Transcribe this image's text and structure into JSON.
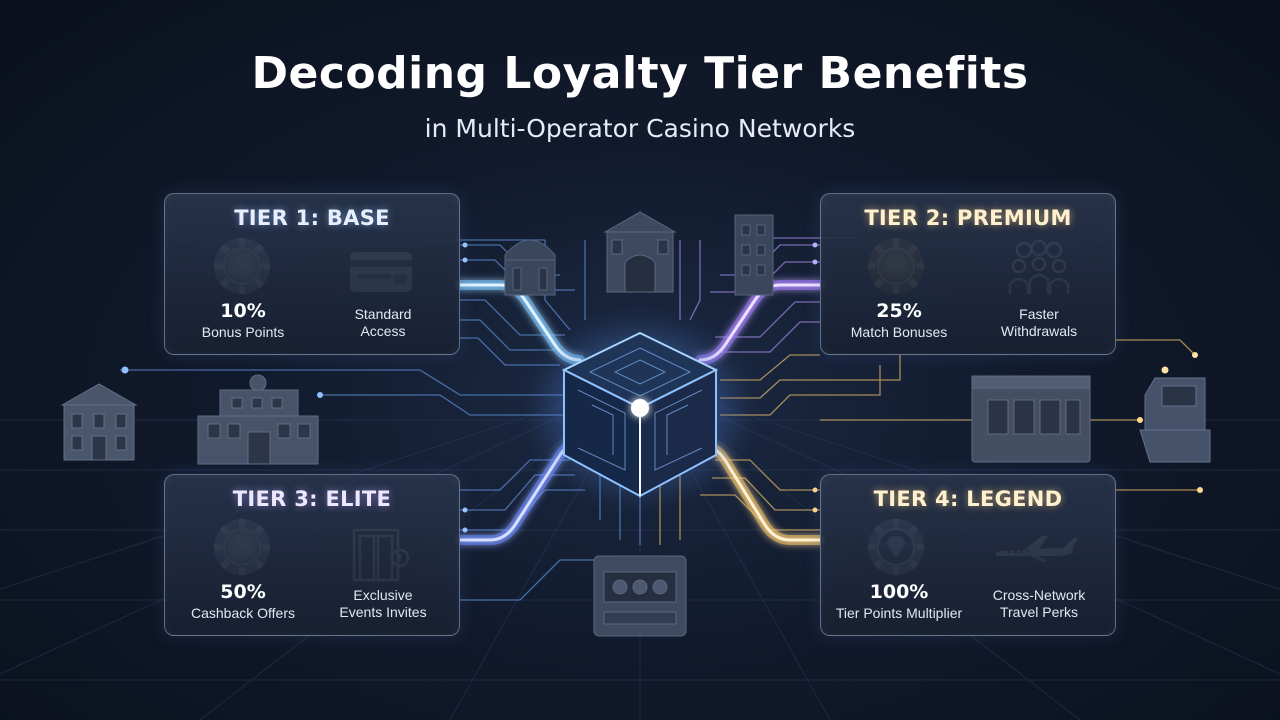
{
  "header": {
    "title": "Decoding Loyalty Tier Benefits",
    "subtitle": "in Multi-Operator Casino Networks"
  },
  "tiers": [
    {
      "title": "TIER 1: BASE",
      "accent": "#5aa9ff",
      "benefits": [
        {
          "icon": "silver-chip-icon",
          "value": "10%",
          "label": "Bonus Points"
        },
        {
          "icon": "credit-card-icon",
          "line1": "Standard",
          "line2": "Access"
        }
      ]
    },
    {
      "title": "TIER 2: PREMIUM",
      "accent": "#a070ff",
      "benefits": [
        {
          "icon": "gold-chip-icon",
          "value": "25%",
          "label": "Match Bonuses"
        },
        {
          "icon": "people-group-icon",
          "line1": "Faster",
          "line2": "Withdrawals"
        }
      ]
    },
    {
      "title": "TIER 3: ELITE",
      "accent": "#6a8cff",
      "benefits": [
        {
          "icon": "platinum-chip-icon",
          "value": "50%",
          "label": "Cashback Offers"
        },
        {
          "icon": "vip-door-icon",
          "line1": "Exclusive",
          "line2": "Events Invites"
        }
      ]
    },
    {
      "title": "TIER 4: LEGEND",
      "accent": "#f0c060",
      "benefits": [
        {
          "icon": "diamond-chip-icon",
          "value": "100%",
          "label": "Tier Points Multiplier"
        },
        {
          "icon": "private-jet-icon",
          "line1": "Cross-Network",
          "line2": "Travel Perks"
        }
      ]
    }
  ],
  "hub": {
    "icon": "network-cube-icon"
  }
}
